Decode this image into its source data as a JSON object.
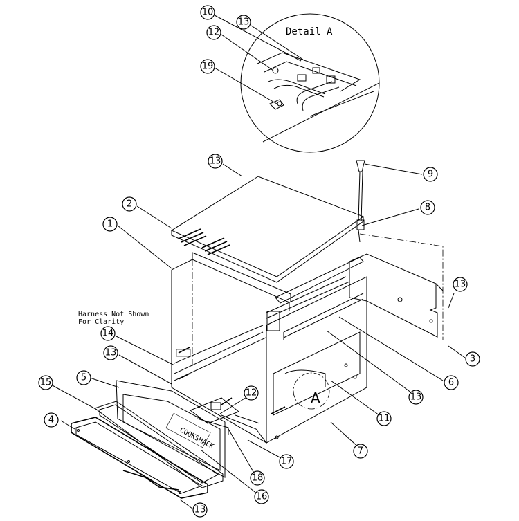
{
  "detail": {
    "title": "Detail A"
  },
  "note": {
    "line1": "Harness Not Shown",
    "line2": "For Clarity"
  },
  "section_marker": "A",
  "callouts": [
    {
      "id": "c10",
      "label": "10"
    },
    {
      "id": "c13a",
      "label": "13"
    },
    {
      "id": "c12a",
      "label": "12"
    },
    {
      "id": "c19",
      "label": "19"
    },
    {
      "id": "c13b",
      "label": "13"
    },
    {
      "id": "c9",
      "label": "9"
    },
    {
      "id": "c2",
      "label": "2"
    },
    {
      "id": "c8",
      "label": "8"
    },
    {
      "id": "c1",
      "label": "1"
    },
    {
      "id": "c13c",
      "label": "13"
    },
    {
      "id": "c14",
      "label": "14"
    },
    {
      "id": "c3",
      "label": "3"
    },
    {
      "id": "c13d",
      "label": "13"
    },
    {
      "id": "c6",
      "label": "6"
    },
    {
      "id": "c15",
      "label": "15"
    },
    {
      "id": "c5",
      "label": "5"
    },
    {
      "id": "c12b",
      "label": "12"
    },
    {
      "id": "c13e",
      "label": "13"
    },
    {
      "id": "c4",
      "label": "4"
    },
    {
      "id": "c11",
      "label": "11"
    },
    {
      "id": "c7",
      "label": "7"
    },
    {
      "id": "c17",
      "label": "17"
    },
    {
      "id": "c18",
      "label": "18"
    },
    {
      "id": "c16",
      "label": "16"
    },
    {
      "id": "c13f",
      "label": "13"
    }
  ]
}
